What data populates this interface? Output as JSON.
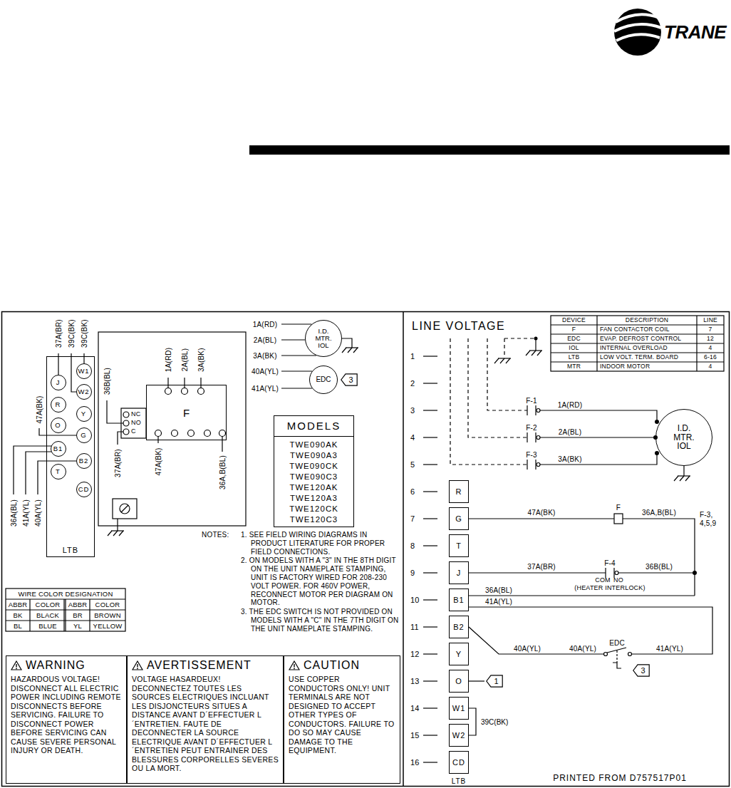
{
  "diagram": {
    "nodes": [
      {
        "text": [
          "LTB"
        ]
      },
      {
        "text": [
          "W1"
        ],
        "in": 0
      },
      {
        "text": [
          "J"
        ],
        "in": 0
      },
      {
        "text": [
          "W2"
        ],
        "in": 0
      },
      {
        "text": [
          "R"
        ],
        "in": 0
      },
      {
        "text": [
          "Y"
        ],
        "in": 0
      },
      {
        "text": [
          "O"
        ],
        "in": 0
      },
      {
        "text": [
          "G"
        ],
        "in": 0
      },
      {
        "text": [
          "B1"
        ],
        "in": 0
      },
      {
        "text": [
          "B2"
        ],
        "in": 0
      },
      {
        "text": [
          "T"
        ],
        "in": 0
      },
      {
        "text": [
          "CD"
        ],
        "in": 0
      },
      {
        "text": [
          "F"
        ]
      },
      {
        "text": [
          "I.D. MTR. IOL"
        ]
      },
      {
        "text": [
          "EDC"
        ]
      },
      {
        "text": [
          "3"
        ]
      },
      {
        "text": [
          "MODELS",
          "TWE090AK",
          "TWE090A3",
          "TWE090CK",
          "TWE090C3",
          "TWE120AK",
          "TWE120A3",
          "TWE120CK",
          "TWE120C3"
        ]
      },
      {
        "text": [
          "WARNING",
          "HAZARDOUS VOLTAGE! DISCONNECT ALL ELECTRIC POWER INCLUDING REMOTE DISCONNECTS BEFORE SERVICING. FAILURE TO DISCONNECT POWER BEFORE SERVICING CAN CAUSE SEVERE PERSONAL INJURY OR DEATH."
        ]
      },
      {
        "text": [
          "AVERTISSEMENT",
          "VOLTAGE HASARDEUX! DECONNECTEZ TOUTES LES SOURCES ELECTRIQUES INCLUANT LES DISJONCTEURS SITUES A DISTANCE AVANT D´EFFECTUER L´ENTRETIEN. FAUTE DE DECONNECTER LA SOURCE ELECTRIQUE AVANT D´EFFECTUER L´ENTRETIEN PEUT ENTRAINER DES BLESSURES CORPORELLES SEVERES OU LA MORT."
        ]
      },
      {
        "text": [
          "CAUTION",
          "USE COPPER CONDUCTORS ONLY! UNIT TERMINALS ARE NOT DESIGNED TO ACCEPT OTHER TYPES OF CONDUCTORS. FAILURE TO DO SO MAY CAUSE DAMAGE TO THE EQUIPMENT."
        ]
      },
      {
        "text": [
          "I.D. MTR. IOL"
        ]
      },
      {
        "text": [
          "LTB"
        ]
      },
      {
        "text": [
          "R"
        ],
        "in": 21
      },
      {
        "text": [
          "G"
        ],
        "in": 21
      },
      {
        "text": [
          "T"
        ],
        "in": 21
      },
      {
        "text": [
          "J"
        ],
        "in": 21
      },
      {
        "text": [
          "B1"
        ],
        "in": 21
      },
      {
        "text": [
          "B2"
        ],
        "in": 21
      },
      {
        "text": [
          "Y"
        ],
        "in": 21
      },
      {
        "text": [
          "O"
        ],
        "in": 21
      },
      {
        "text": [
          "W1"
        ],
        "in": 21
      },
      {
        "text": [
          "W2"
        ],
        "in": 21
      },
      {
        "text": [
          "CD"
        ],
        "in": 21
      },
      {
        "text": [
          "1"
        ]
      },
      {
        "text": [
          "3"
        ]
      }
    ],
    "edges": [
      {
        "from": 30,
        "to": 31,
        "arrow": "none",
        "label": "39C(BK)"
      }
    ],
    "labels": [
      "TRANE",
      "37A(BR)",
      "39C(BK)",
      "39C(BK)",
      "47A(BK)",
      "36A(BL)",
      "41A(YL)",
      "40A(YL)",
      "36B(BL)",
      "NC",
      "NO",
      "C",
      "1A(RD)",
      "2A(BL)",
      "3A(BK)",
      "37A(BR)",
      "47A(BK)",
      "36A,B(BL)",
      "1A(RD)",
      "2A(BL)",
      "3A(BK)",
      "40A(YL)",
      "41A(YL)",
      "NOTES:",
      "1. SEE FIELD WIRING DIAGRAMS IN PRODUCT LITERATURE FOR PROPER FIELD CONNECTIONS.",
      "2. ON MODELS WITH A \"3\" IN THE 8TH DIGIT ON THE UNIT NAMEPLATE STAMPING, UNIT IS FACTORY WIRED FOR 208-230 VOLT POWER. FOR 460V POWER, RECONNECT MOTOR PER DIAGRAM ON MOTOR.",
      "3. THE EDC SWITCH IS NOT PROVIDED ON MODELS WITH A \"C\" IN THE 7TH DIGIT ON THE UNIT NAMEPLATE STAMPING.",
      "WIRE COLOR DESIGNATION",
      "ABBR",
      "COLOR",
      "ABBR",
      "COLOR",
      "BK",
      "BLACK",
      "BR",
      "BROWN",
      "BL",
      "BLUE",
      "YL",
      "YELLOW",
      "LINE VOLTAGE",
      "1",
      "2",
      "3",
      "4",
      "5",
      "6",
      "7",
      "8",
      "9",
      "10",
      "11",
      "12",
      "13",
      "14",
      "15",
      "16",
      "DEVICE",
      "DESCRIPTION",
      "LINE",
      "F",
      "FAN CONTACTOR COIL",
      "7",
      "EDC",
      "EVAP. DEFROST CONTROL",
      "12",
      "IOL",
      "INTERNAL OVERLOAD",
      "4",
      "LTB",
      "LOW VOLT. TERM. BOARD",
      "6-16",
      "MTR",
      "INDOOR MOTOR",
      "4",
      "F-1",
      "1A(RD)",
      "F-2",
      "2A(BL)",
      "F-3",
      "3A(BK)",
      "47A(BK)",
      "F",
      "36A,B(BL)",
      "F-3, 4,5,9",
      "37A(BR)",
      "F-4",
      "36B(BL)",
      "COM",
      "NO",
      "(HEATER INTERLOCK)",
      "36A(BL)",
      "41A(YL)",
      "40A(YL)",
      "40A(YL)",
      "EDC",
      "41A(YL)",
      "PRINTED FROM D757517P01"
    ]
  }
}
